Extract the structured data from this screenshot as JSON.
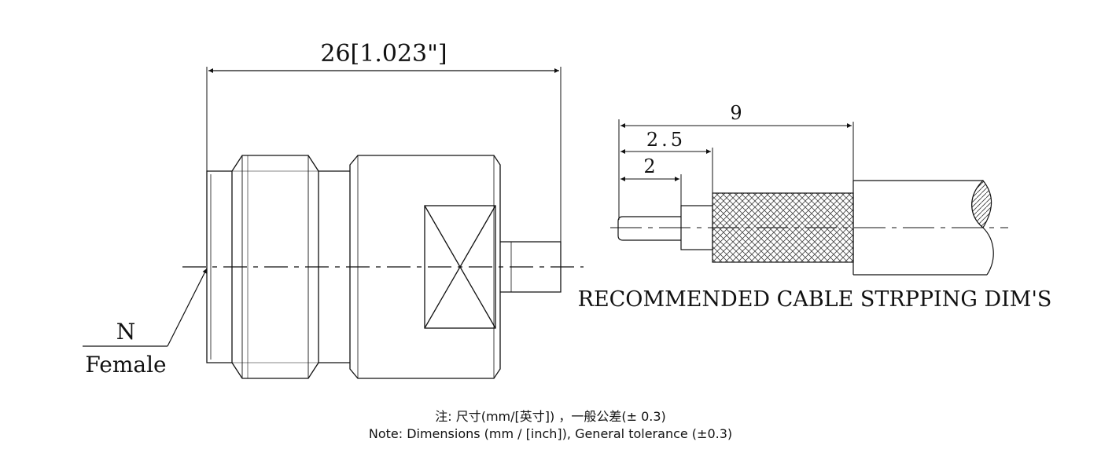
{
  "connector": {
    "overall_length_label": "26[1.023\"]",
    "type_name": "N",
    "gender": "Female"
  },
  "cable_strip": {
    "dim_outer": "9",
    "dim_mid": "2.5",
    "dim_inner": "2",
    "caption": "RECOMMENDED CABLE STRPPING DIM'S"
  },
  "notes": {
    "zh": "注: 尺寸(mm/[英寸]) ，一般公差(± 0.3)",
    "en": "Note: Dimensions (mm / [inch]), General tolerance (±0.3)"
  }
}
